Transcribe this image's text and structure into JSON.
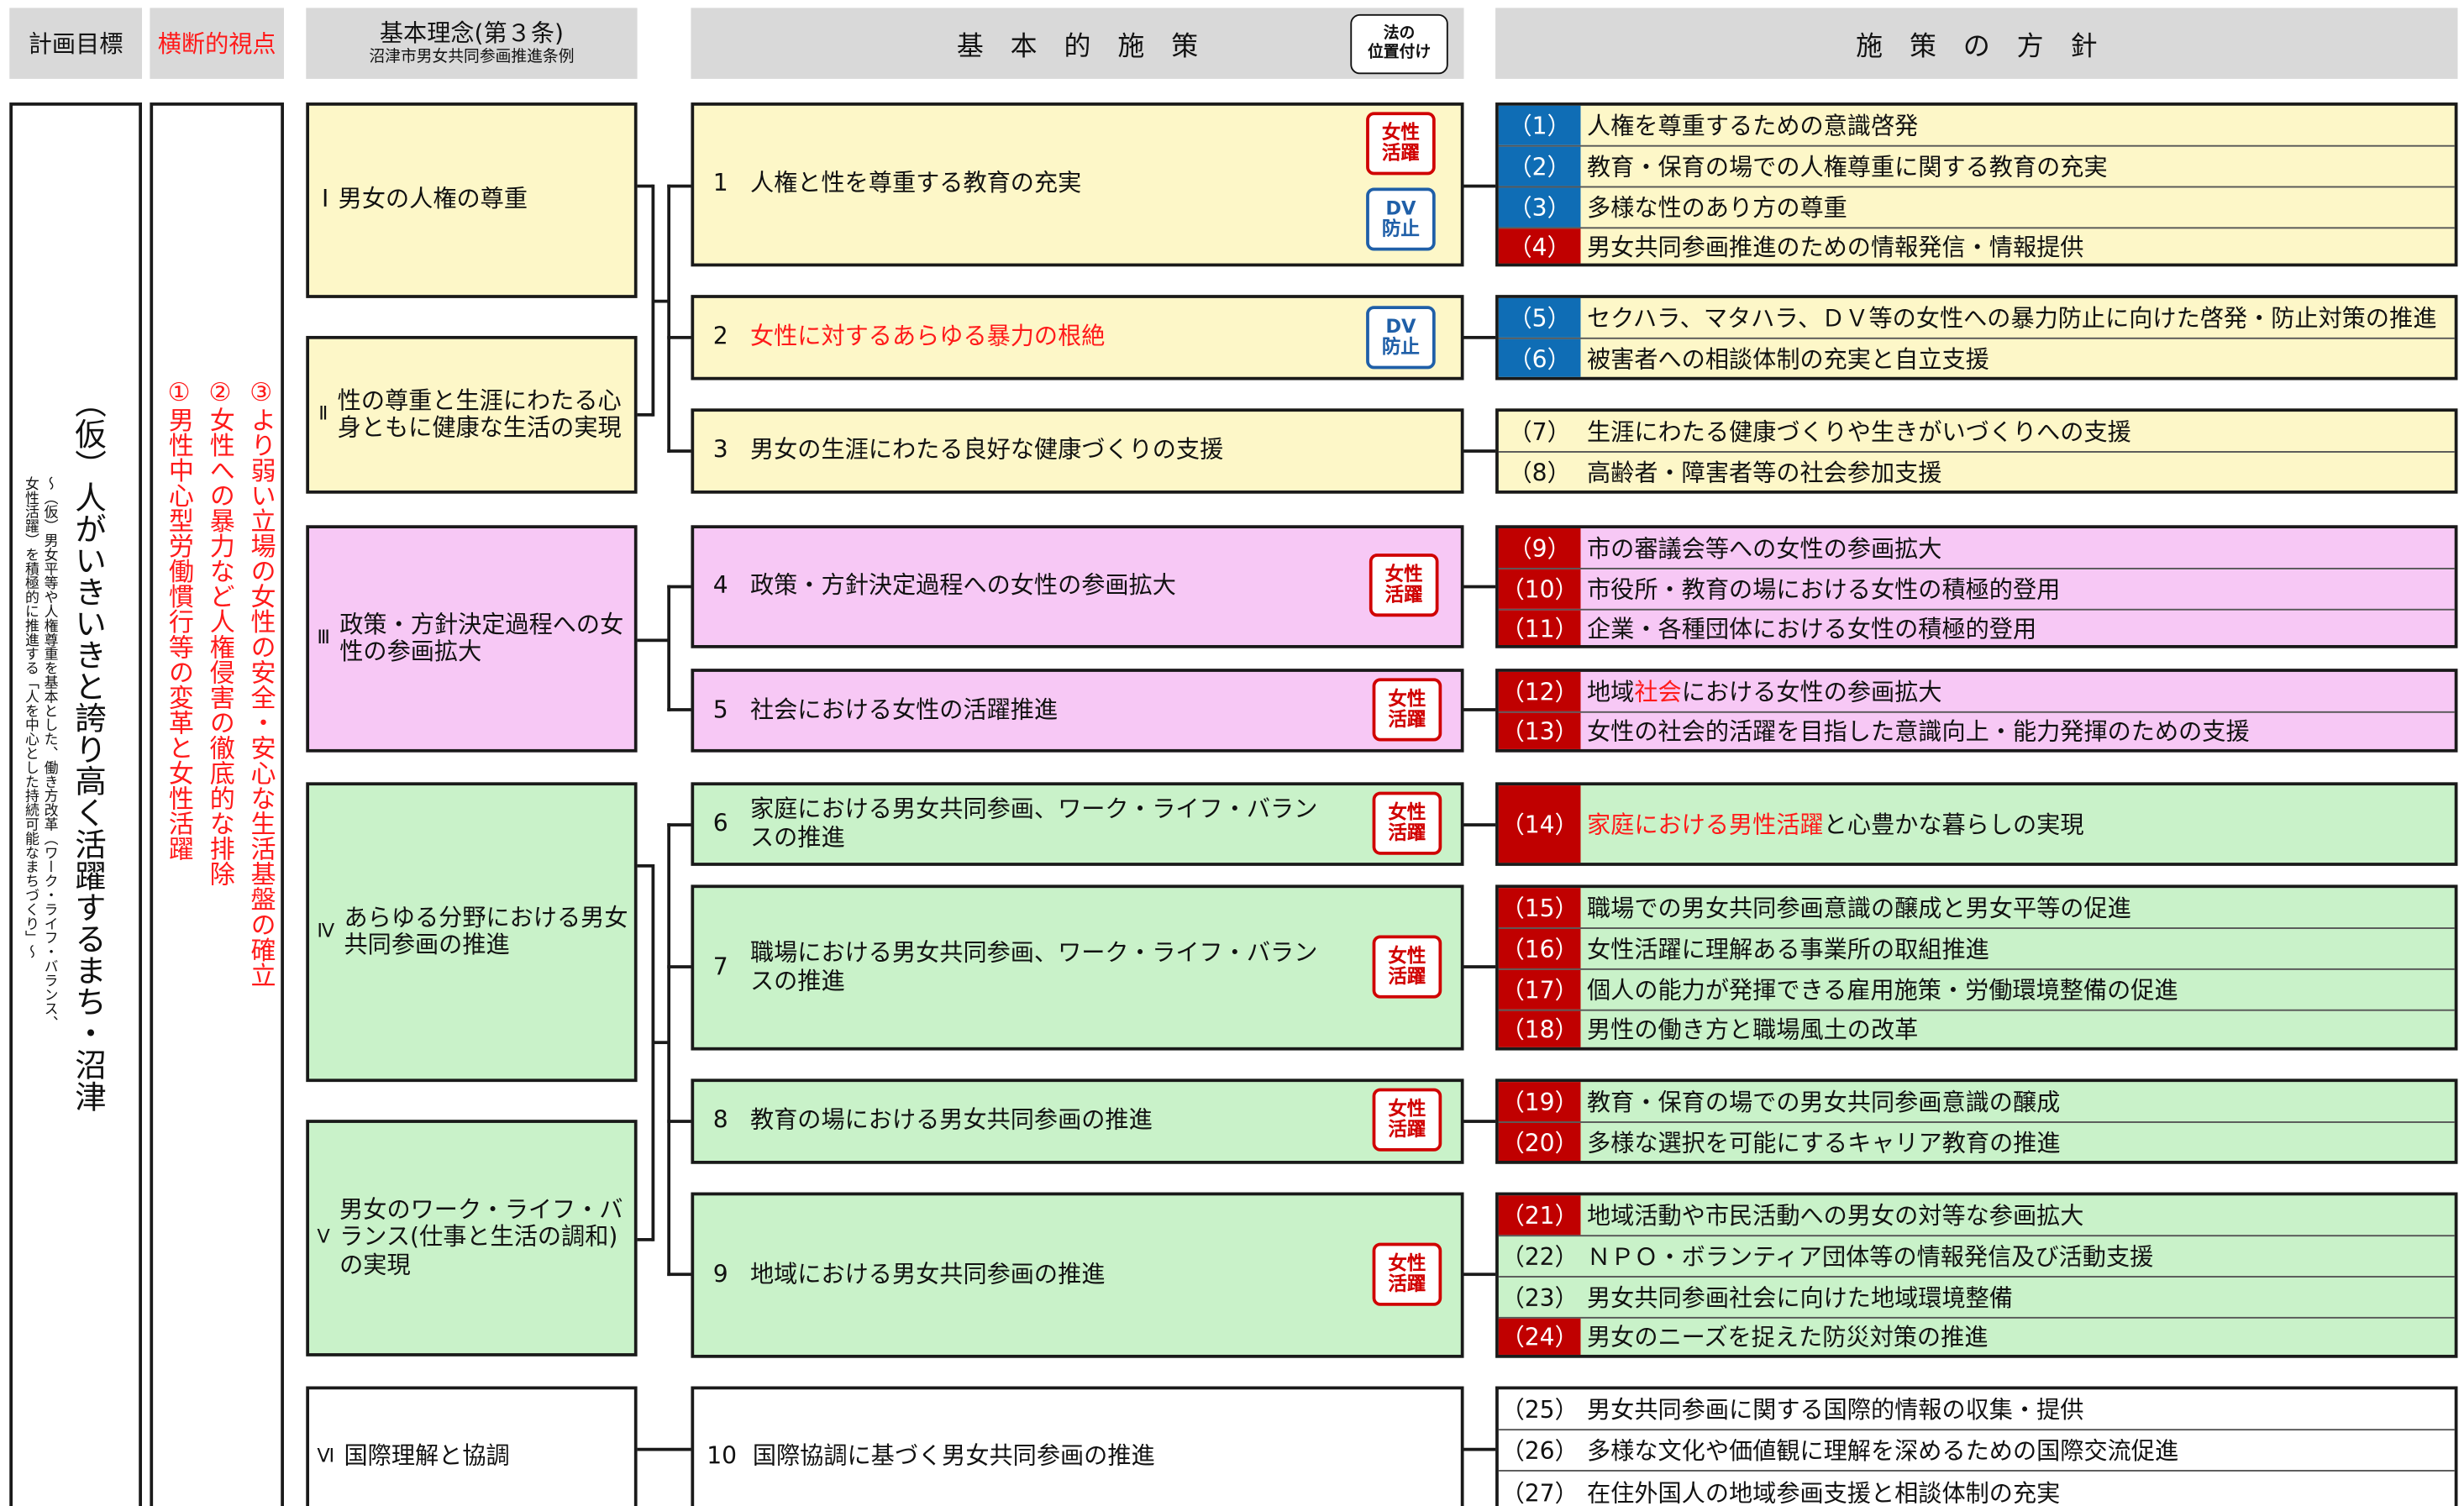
{
  "headers": {
    "goal": "計画目標",
    "cross": "横断的視点",
    "principle_title": "基本理念(第３条)",
    "principle_sub": "沼津市男女共同参画推進条例",
    "measures": "基　本　的　施　策",
    "legal_line1": "法の",
    "legal_line2": "位置付け",
    "policy": "施　策　の　方　針"
  },
  "goal": {
    "main": "（仮）人がいきいきと誇り高く活躍するまち・沼津",
    "sub1": "～（仮）男女平等や人権尊重を基本とした、働き方改革（ワーク・ライフ・バランス、",
    "sub2": "女性活躍）を積極的に推進する「人を中心とした持続可能なまちづくり」～"
  },
  "cross_viewpoints": [
    "①男性中心型労働慣行等の変革と女性活躍",
    "②女性への暴力など人権侵害の徹底的な排除",
    "③より弱い立場の女性の安全・安心な生活基盤の確立"
  ],
  "principles": [
    {
      "num": "Ⅰ",
      "text": "男女の人権の尊重"
    },
    {
      "num": "Ⅱ",
      "text": "性の尊重と生涯にわたる心身ともに健康な生活の実現"
    },
    {
      "num": "Ⅲ",
      "text": "政策・方針決定過程への女性の参画拡大"
    },
    {
      "num": "Ⅳ",
      "text": "あらゆる分野における男女共同参画の推進"
    },
    {
      "num": "Ⅴ",
      "text": "男女のワーク・ライフ・バランス(仕事と生活の調和)の実現"
    },
    {
      "num": "Ⅵ",
      "text": "国際理解と協調"
    }
  ],
  "measures": [
    {
      "num": "1",
      "text": "人権と性を尊重する教育の充実"
    },
    {
      "num": "2",
      "text": "女性に対するあらゆる暴力の根絶"
    },
    {
      "num": "3",
      "text": "男女の生涯にわたる良好な健康づくりの支援"
    },
    {
      "num": "4",
      "text": "政策・方針決定過程への女性の参画拡大"
    },
    {
      "num": "5",
      "text": "社会における女性の活躍推進"
    },
    {
      "num": "6",
      "text": "家庭における男女共同参画、ワーク・ライフ・バランスの推進"
    },
    {
      "num": "7",
      "text": "職場における男女共同参画、ワーク・ライフ・バランスの推進"
    },
    {
      "num": "8",
      "text": "教育の場における男女共同参画の推進"
    },
    {
      "num": "9",
      "text": "地域における男女共同参画の推進"
    },
    {
      "num": "10",
      "text": "国際協調に基づく男女共同参画の推進"
    }
  ],
  "badges": {
    "women_active": "女性活躍",
    "women_l1": "女性",
    "women_l2": "活躍",
    "dv_l1": "DV",
    "dv_l2": "防止"
  },
  "colors": {
    "yellow": "#fdf7c8",
    "pink": "#f7c8f5",
    "green": "#c9f2c9",
    "blue_num": "#0f6db5",
    "red_num": "#c00000",
    "highlight_text": "#ff1a1a"
  },
  "policies": [
    {
      "num": "（1）",
      "text": "人権を尊重するための意識啓発"
    },
    {
      "num": "（2）",
      "text": "教育・保育の場での人権尊重に関する教育の充実"
    },
    {
      "num": "（3）",
      "text": "多様な性のあり方の尊重"
    },
    {
      "num": "（4）",
      "text": "男女共同参画推進のための情報発信・情報提供"
    },
    {
      "num": "（5）",
      "text": "セクハラ、マタハラ、ＤＶ等の女性への暴力防止に向けた啓発・防止対策の推進"
    },
    {
      "num": "（6）",
      "text": "被害者への相談体制の充実と自立支援"
    },
    {
      "num": "（7）",
      "text": "生涯にわたる健康づくりや生きがいづくりへの支援"
    },
    {
      "num": "（8）",
      "text": "高齢者・障害者等の社会参加支援"
    },
    {
      "num": "（9）",
      "text": "市の審議会等への女性の参画拡大"
    },
    {
      "num": "（10）",
      "text": "市役所・教育の場における女性の積極的登用"
    },
    {
      "num": "（11）",
      "text": "企業・各種団体における女性の積極的登用"
    },
    {
      "num": "（12）",
      "text_a": "地域",
      "text_b": "社会",
      "text_c": "における女性の参画拡大"
    },
    {
      "num": "（13）",
      "text": "女性の社会的活躍を目指した意識向上・能力発揮のための支援"
    },
    {
      "num": "（14）",
      "text_a": "家庭における男性活躍",
      "text_b": "と心豊かな暮らしの実現"
    },
    {
      "num": "（15）",
      "text": "職場での男女共同参画意識の醸成と男女平等の促進"
    },
    {
      "num": "（16）",
      "text": "女性活躍に理解ある事業所の取組推進"
    },
    {
      "num": "（17）",
      "text": "個人の能力が発揮できる雇用施策・労働環境整備の促進"
    },
    {
      "num": "（18）",
      "text": "男性の働き方と職場風土の改革"
    },
    {
      "num": "（19）",
      "text": "教育・保育の場での男女共同参画意識の醸成"
    },
    {
      "num": "（20）",
      "text": "多様な選択を可能にするキャリア教育の推進"
    },
    {
      "num": "（21）",
      "text": "地域活動や市民活動への男女の対等な参画拡大"
    },
    {
      "num": "（22）",
      "text": "ＮＰＯ・ボランティア団体等の情報発信及び活動支援"
    },
    {
      "num": "（23）",
      "text": "男女共同参画社会に向けた地域環境整備"
    },
    {
      "num": "（24）",
      "text": "男女のニーズを捉えた防災対策の推進"
    },
    {
      "num": "（25）",
      "text": "男女共同参画に関する国際的情報の収集・提供"
    },
    {
      "num": "（26）",
      "text": "多様な文化や価値観に理解を深めるための国際交流促進"
    },
    {
      "num": "（27）",
      "text": "在住外国人の地域参画支援と相談体制の充実"
    }
  ]
}
